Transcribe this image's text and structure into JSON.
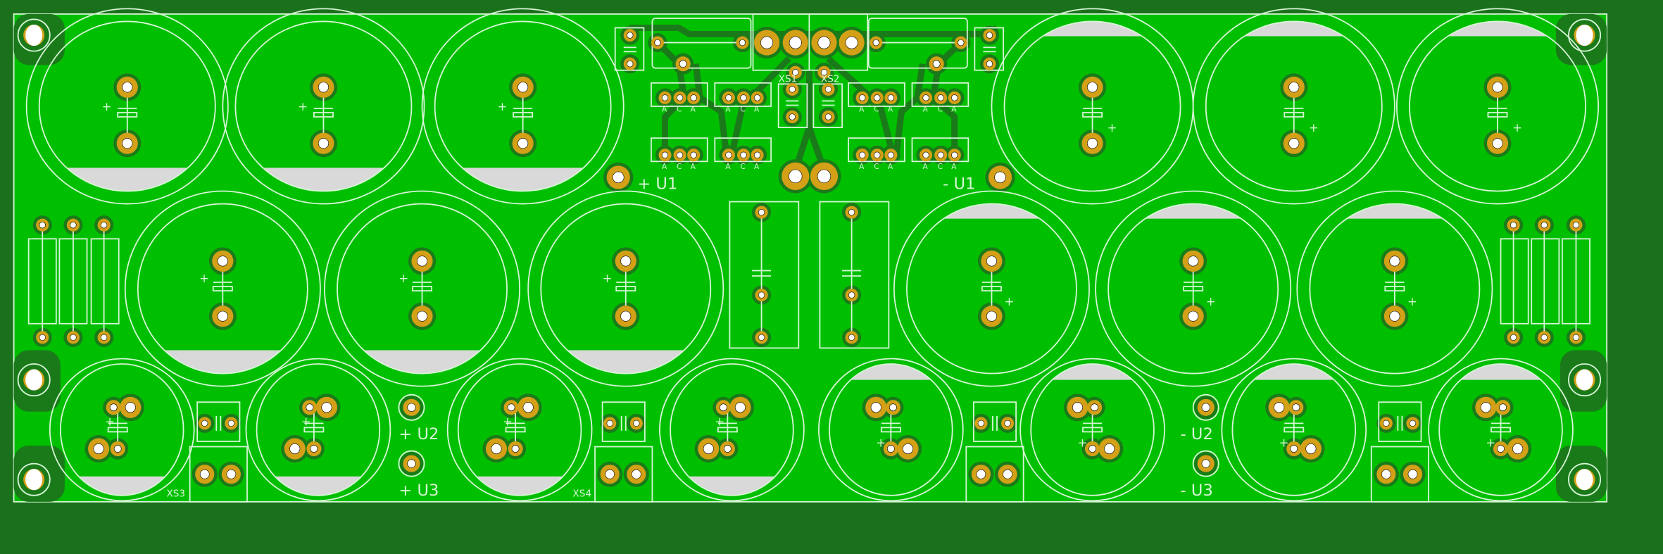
{
  "colors": {
    "background": "#1b701b",
    "board": "#00bf00",
    "copper_trace": "#1a7a1a",
    "pad": "#d4a017",
    "hole": "#ffffff",
    "silkscreen": "#d6f5d6",
    "polarity_band": "#d9d9d9"
  },
  "labels": {
    "plus_u1": "+ U1",
    "minus_u1": "- U1",
    "plus_u2": "+ U2",
    "plus_u3": "+ U3",
    "minus_u2": "- U2",
    "minus_u3": "- U3",
    "xs1": "XS1",
    "xs2": "XS2",
    "xs3": "XS3",
    "xs4": "XS4"
  },
  "pin_labels": [
    "A",
    "C",
    "A"
  ],
  "cap_polarity_mark": "+"
}
